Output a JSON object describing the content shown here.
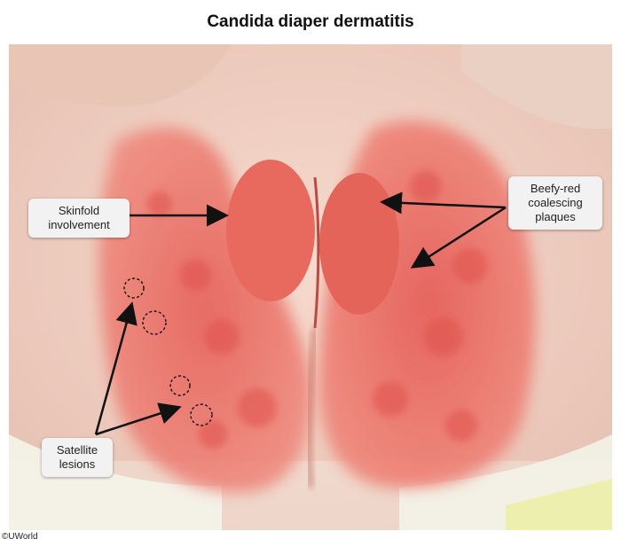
{
  "title": "Candida diaper dermatitis",
  "labels": {
    "skinfold": "Skinfold\ninvolvement",
    "beefy_red": "Beefy-red\ncoalescing\nplaques",
    "satellite": "Satellite\nlesions"
  },
  "copyright": "©UWorld",
  "colors": {
    "skin": "#f3d3c6",
    "rash": "#e8695f",
    "diaper": "#f4f1e6",
    "arrow": "#111111"
  }
}
